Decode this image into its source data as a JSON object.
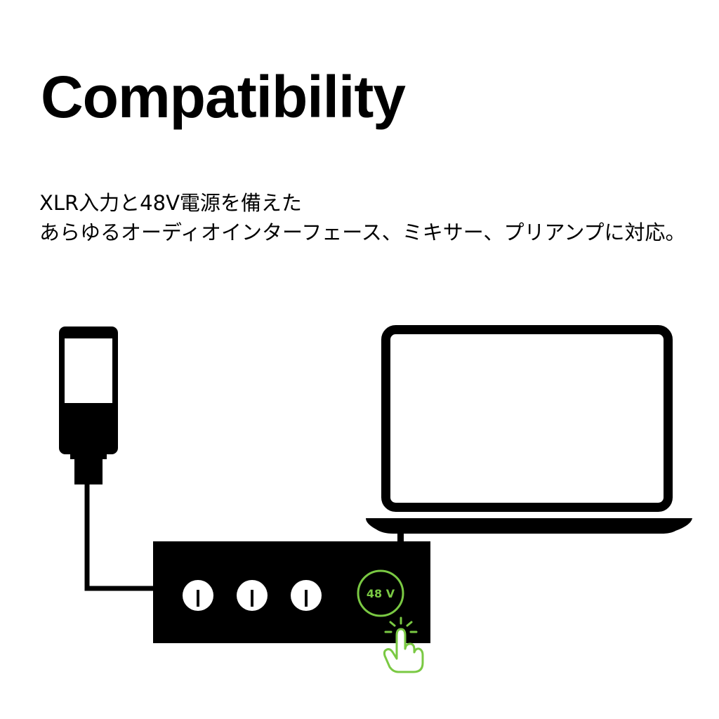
{
  "header": {
    "title": "Compatibility"
  },
  "description": {
    "line1": "XLR入力と48V電源を備えた",
    "line2": "あらゆるオーディオインターフェース、ミキサー、プリアンプに対応。"
  },
  "interface": {
    "phantom_power_label": "48 V",
    "knob_count": 3
  },
  "icons": {
    "microphone": "microphone-icon",
    "laptop": "laptop-icon",
    "audio_interface": "audio-interface-icon",
    "hand_pointer": "hand-pointer-icon"
  },
  "colors": {
    "accent": "#7ac943",
    "foreground": "#000000",
    "background": "#ffffff"
  }
}
